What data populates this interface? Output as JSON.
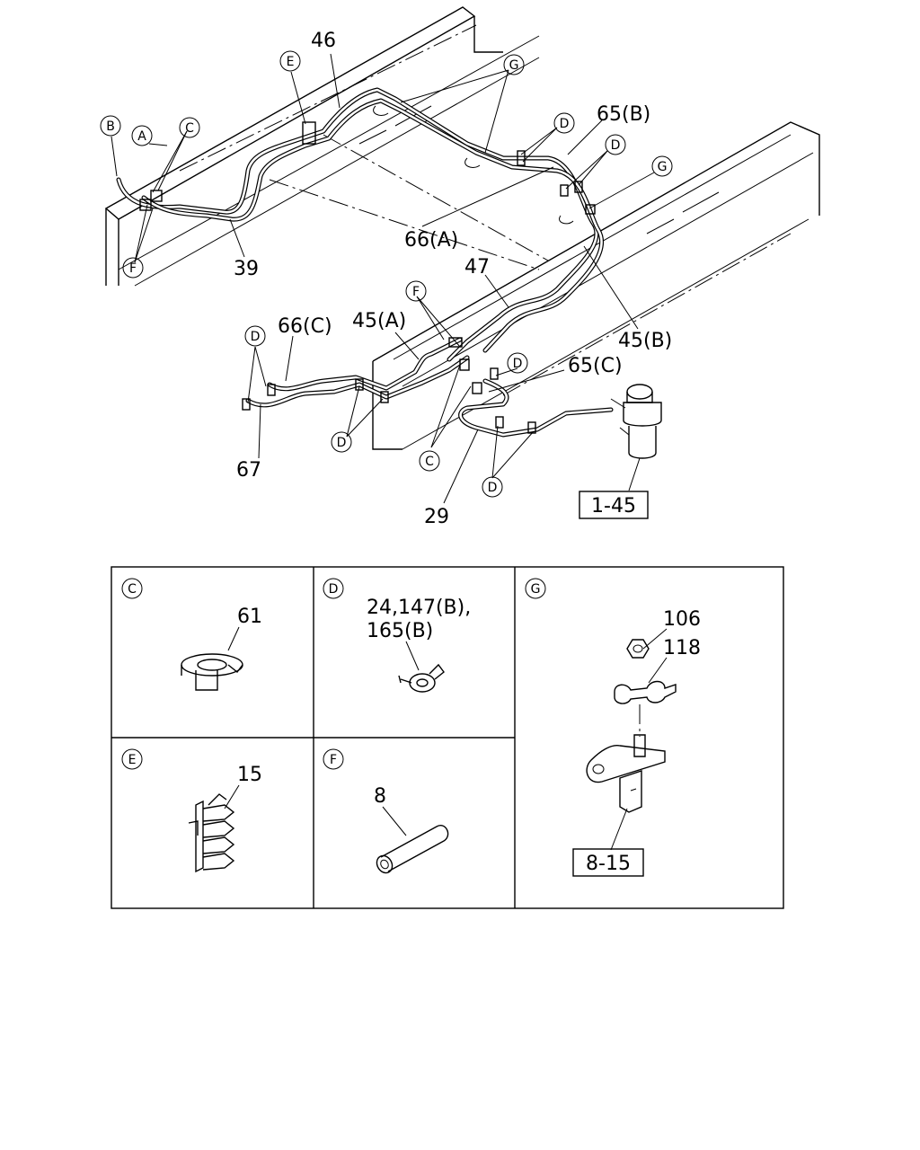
{
  "main_view": {
    "callouts": {
      "p46": "46",
      "p65b": "65(B)",
      "p66a": "66(A)",
      "p39": "39",
      "p47": "47",
      "p66c": "66(C)",
      "p45a": "45(A)",
      "p45b": "45(B)",
      "p65c": "65(C)",
      "p67": "67",
      "p29": "29",
      "p1_45": "1-45"
    },
    "letters": {
      "b": "B",
      "a": "A",
      "c1": "C",
      "f1": "F",
      "e": "E",
      "g1": "G",
      "d1": "D",
      "d2": "D",
      "g2": "G",
      "f2": "F",
      "d3": "D",
      "d4": "D",
      "d5": "D",
      "c2": "C",
      "d6": "D"
    }
  },
  "detail_panels": {
    "c": {
      "letter": "C",
      "part": "61"
    },
    "d": {
      "letter": "D",
      "part_line1": "24,147(B),",
      "part_line2": "165(B)"
    },
    "g": {
      "letter": "G",
      "part_a": "106",
      "part_b": "118",
      "ref": "8-15"
    },
    "e": {
      "letter": "E",
      "part": "15"
    },
    "f": {
      "letter": "F",
      "part": "8"
    }
  }
}
